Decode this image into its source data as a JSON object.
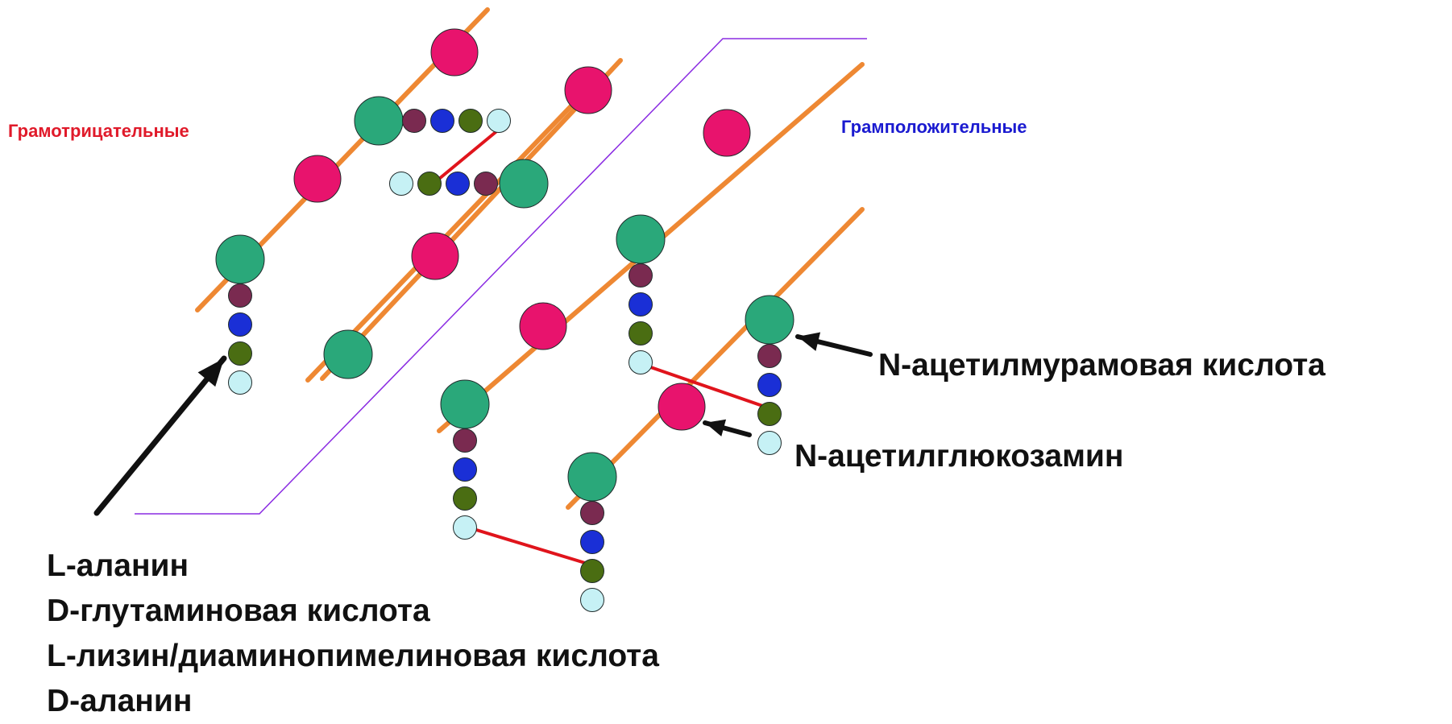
{
  "labels": {
    "gram_negative": "Грамотрицательные",
    "gram_positive": "Грамположительные",
    "n_acetylmuramic": "N-ацетилмурамовая кислота",
    "n_acetylglucosamine": "N-ацетилглюкозамин"
  },
  "legend": [
    "L-аланин",
    "D-глутаминовая кислота",
    "L-лизин/диаминопимелиновая кислота",
    "D-аланин"
  ],
  "colors": {
    "glycan_chain": "#ee8833",
    "glcnac": "#e8136d",
    "murnac": "#2aa87a",
    "l_alanine": "#7a2a50",
    "d_glutamic": "#1a2fd6",
    "l_lysine_dap": "#4a6d12",
    "d_alanine": "#c6f1f5",
    "crosslink": "#e0141c",
    "divider": "#8a2be2",
    "gram_negative_text": "#e01a2a",
    "gram_positive_text": "#1a1ad0",
    "arrow": "#111111"
  },
  "icons": [
    "glcnac-sugar-icon",
    "murnac-sugar-icon",
    "amino-acid-bead-icon",
    "pointer-arrow-icon"
  ]
}
